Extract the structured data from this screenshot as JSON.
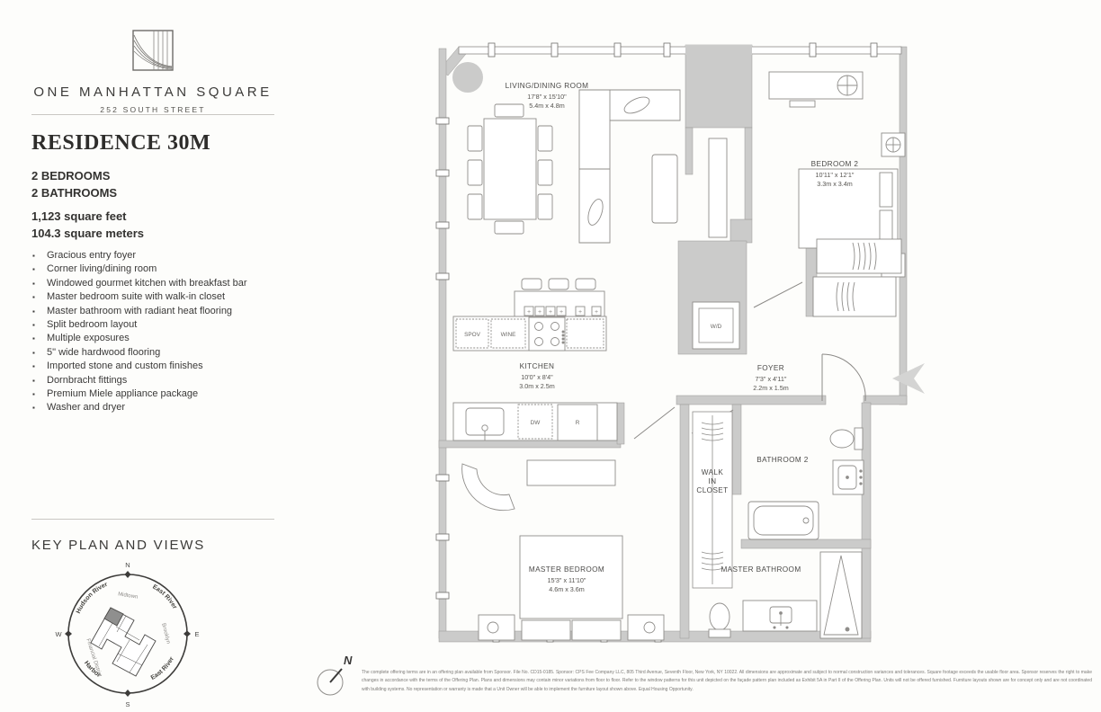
{
  "brand": {
    "name": "ONE MANHATTAN SQUARE",
    "address": "252 SOUTH STREET"
  },
  "residence": {
    "title": "RESIDENCE 30M",
    "bedrooms": "2 BEDROOMS",
    "bathrooms": "2 BATHROOMS",
    "area_feet": "1,123 square feet",
    "area_meters": "104.3 square meters",
    "features": [
      "Gracious entry foyer",
      "Corner living/dining room",
      "Windowed gourmet kitchen with breakfast bar",
      "Master bedroom suite with walk-in closet",
      "Master bathroom with radiant heat flooring",
      "Split bedroom layout",
      "Multiple exposures",
      "5\" wide hardwood flooring",
      "Imported stone and custom finishes",
      "Dornbracht fittings",
      "Premium Miele appliance package",
      "Washer and dryer"
    ]
  },
  "key_plan": {
    "title": "KEY PLAN AND VIEWS",
    "compass": {
      "n": "N",
      "e": "E",
      "s": "S",
      "w": "W"
    },
    "labels": {
      "hudson_river": "Hudson River",
      "midtown": "Midtown",
      "east_river_ne": "East River",
      "brooklyn": "Brooklyn",
      "east_river_se": "East River",
      "harbor": "Harbor",
      "financial_district": "Financial District"
    }
  },
  "floor_plan": {
    "north_label": "N",
    "rooms": [
      {
        "name": "LIVING/DINING ROOM",
        "dim_ft": "17'8\" x 15'10\"",
        "dim_m": "5.4m x 4.8m"
      },
      {
        "name": "BEDROOM 2",
        "dim_ft": "10'11\" x 12'1\"",
        "dim_m": "3.3m x 3.4m"
      },
      {
        "name": "KITCHEN",
        "dim_ft": "10'0\" x 8'4\"",
        "dim_m": "3.0m x 2.5m"
      },
      {
        "name": "FOYER",
        "dim_ft": "7'3\" x 4'11\"",
        "dim_m": "2.2m x 1.5m"
      },
      {
        "name": "MASTER BEDROOM",
        "dim_ft": "15'3\" x 11'10\"",
        "dim_m": "4.6m x 3.6m"
      },
      {
        "name": "BATHROOM 2"
      },
      {
        "name": "MASTER BATHROOM"
      },
      {
        "line1": "WALK",
        "line2": "IN",
        "line3": "CLOSET"
      }
    ],
    "appliances": {
      "spov": "SPOV",
      "wine": "WINE",
      "dw": "DW",
      "r": "R",
      "wd": "W/D"
    }
  },
  "colors": {
    "wall_gray": "#cbcbca",
    "unit_highlight": "#8f8f8e"
  },
  "disclaimer": "The complete offering terms are in an offering plan available from Sponsor. File No. CD15-0185. Sponsor: CPS Fee Company LLC, 805 Third Avenue, Seventh Floor, New York, NY 10022.  All dimensions are approximate and subject to normal construction variances and tolerances. Square footage exceeds the usable floor area. Sponsor reserves the right to make changes in accordance with the terms of the Offering Plan. Plans and dimensions may contain minor variations from floor to floor. Refer to the window patterns for this unit depicted on the façade pattern plan included as Exhibit 5A in Part II of the Offering Plan. Units will not be offered furnished. Furniture layouts shown are for concept only and are not coordinated with building systems.  No representation or warranty is made that a Unit Owner will be able to implement the furniture layout shown above. Equal Housing Opportunity."
}
